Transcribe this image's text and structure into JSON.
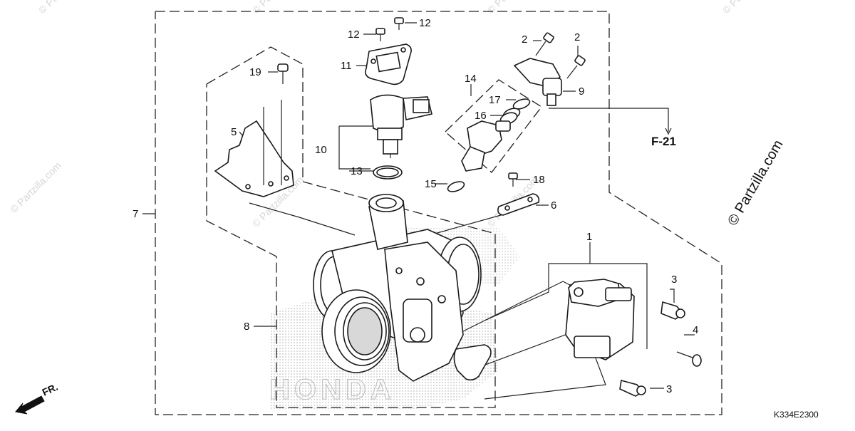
{
  "diagram": {
    "code": "K334E2300",
    "ref_label": "F-21",
    "direction_label": "FR.",
    "watermark_text": "© Partzilla.com",
    "copyright_text": "© Partzilla.com",
    "brand_mark": "HONDA",
    "callouts": {
      "c1": "1",
      "c2a": "2",
      "c2b": "2",
      "c3a": "3",
      "c3b": "3",
      "c4": "4",
      "c5": "5",
      "c6": "6",
      "c7": "7",
      "c8": "8",
      "c9": "9",
      "c10": "10",
      "c11": "11",
      "c12a": "12",
      "c12b": "12",
      "c13": "13",
      "c14": "14",
      "c15": "15",
      "c16": "16",
      "c17": "17",
      "c18": "18",
      "c19": "19"
    }
  },
  "colors": {
    "line": "#1a1a1a",
    "watermark": "#d6d6d6",
    "background": "#ffffff"
  }
}
